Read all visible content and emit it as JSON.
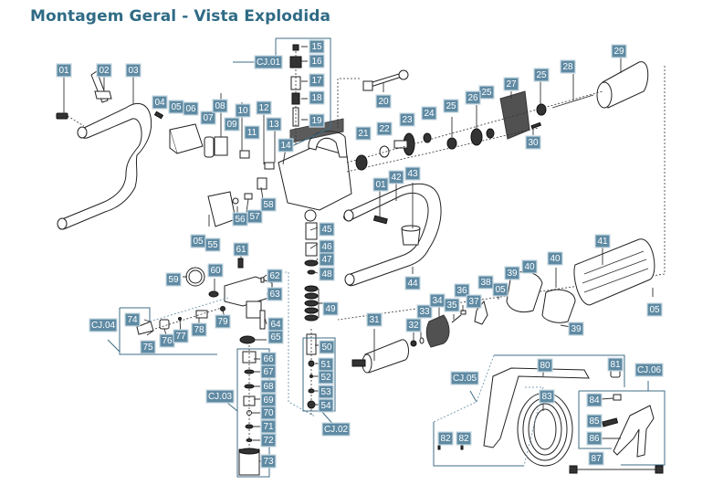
{
  "title": "Montagem Geral - Vista Explodida",
  "label_color": "#5f8aa3",
  "title_color": "#2f6b85",
  "parts": [
    {
      "id": "01",
      "name": "part-01"
    },
    {
      "id": "02",
      "name": "part-02"
    },
    {
      "id": "03",
      "name": "part-03"
    },
    {
      "id": "04",
      "name": "part-04"
    },
    {
      "id": "05",
      "name": "part-05"
    },
    {
      "id": "06",
      "name": "part-06"
    },
    {
      "id": "07",
      "name": "part-07"
    },
    {
      "id": "08",
      "name": "part-08"
    },
    {
      "id": "09",
      "name": "part-09"
    },
    {
      "id": "10",
      "name": "part-10"
    },
    {
      "id": "11",
      "name": "part-11"
    },
    {
      "id": "12",
      "name": "part-12"
    },
    {
      "id": "13",
      "name": "part-13"
    },
    {
      "id": "14",
      "name": "part-14"
    },
    {
      "id": "15",
      "name": "part-15"
    },
    {
      "id": "16",
      "name": "part-16"
    },
    {
      "id": "17",
      "name": "part-17"
    },
    {
      "id": "18",
      "name": "part-18"
    },
    {
      "id": "19",
      "name": "part-19"
    },
    {
      "id": "20",
      "name": "part-20"
    },
    {
      "id": "21",
      "name": "part-21"
    },
    {
      "id": "22",
      "name": "part-22"
    },
    {
      "id": "23",
      "name": "part-23"
    },
    {
      "id": "24",
      "name": "part-24"
    },
    {
      "id": "25",
      "name": "part-25"
    },
    {
      "id": "26",
      "name": "part-26"
    },
    {
      "id": "27",
      "name": "part-27"
    },
    {
      "id": "28",
      "name": "part-28"
    },
    {
      "id": "29",
      "name": "part-29"
    },
    {
      "id": "30",
      "name": "part-30"
    },
    {
      "id": "31",
      "name": "part-31"
    },
    {
      "id": "32",
      "name": "part-32"
    },
    {
      "id": "33",
      "name": "part-33"
    },
    {
      "id": "34",
      "name": "part-34"
    },
    {
      "id": "35",
      "name": "part-35"
    },
    {
      "id": "36",
      "name": "part-36"
    },
    {
      "id": "37",
      "name": "part-37"
    },
    {
      "id": "38",
      "name": "part-38"
    },
    {
      "id": "39",
      "name": "part-39"
    },
    {
      "id": "40",
      "name": "part-40"
    },
    {
      "id": "41",
      "name": "part-41"
    },
    {
      "id": "42",
      "name": "part-42"
    },
    {
      "id": "43",
      "name": "part-43"
    },
    {
      "id": "44",
      "name": "part-44"
    },
    {
      "id": "45",
      "name": "part-45"
    },
    {
      "id": "46",
      "name": "part-46"
    },
    {
      "id": "47",
      "name": "part-47"
    },
    {
      "id": "48",
      "name": "part-48"
    },
    {
      "id": "49",
      "name": "part-49"
    },
    {
      "id": "50",
      "name": "part-50"
    },
    {
      "id": "51",
      "name": "part-51"
    },
    {
      "id": "52",
      "name": "part-52"
    },
    {
      "id": "53",
      "name": "part-53"
    },
    {
      "id": "54",
      "name": "part-54"
    },
    {
      "id": "55",
      "name": "part-55"
    },
    {
      "id": "56",
      "name": "part-56"
    },
    {
      "id": "57",
      "name": "part-57"
    },
    {
      "id": "58",
      "name": "part-58"
    },
    {
      "id": "59",
      "name": "part-59"
    },
    {
      "id": "60",
      "name": "part-60"
    },
    {
      "id": "61",
      "name": "part-61"
    },
    {
      "id": "62",
      "name": "part-62"
    },
    {
      "id": "63",
      "name": "part-63"
    },
    {
      "id": "64",
      "name": "part-64"
    },
    {
      "id": "65",
      "name": "part-65"
    },
    {
      "id": "66",
      "name": "part-66"
    },
    {
      "id": "67",
      "name": "part-67"
    },
    {
      "id": "68",
      "name": "part-68"
    },
    {
      "id": "69",
      "name": "part-69"
    },
    {
      "id": "70",
      "name": "part-70"
    },
    {
      "id": "71",
      "name": "part-71"
    },
    {
      "id": "72",
      "name": "part-72"
    },
    {
      "id": "73",
      "name": "part-73"
    },
    {
      "id": "74",
      "name": "part-74"
    },
    {
      "id": "75",
      "name": "part-75"
    },
    {
      "id": "76",
      "name": "part-76"
    },
    {
      "id": "77",
      "name": "part-77"
    },
    {
      "id": "78",
      "name": "part-78"
    },
    {
      "id": "79",
      "name": "part-79"
    },
    {
      "id": "80",
      "name": "part-80"
    },
    {
      "id": "81",
      "name": "part-81"
    },
    {
      "id": "82",
      "name": "part-82"
    },
    {
      "id": "83",
      "name": "part-83"
    },
    {
      "id": "84",
      "name": "part-84"
    },
    {
      "id": "85",
      "name": "part-85"
    },
    {
      "id": "86",
      "name": "part-86"
    },
    {
      "id": "87",
      "name": "part-87"
    }
  ],
  "assemblies": [
    "CJ.01",
    "CJ.02",
    "CJ.03",
    "CJ.04",
    "CJ.05",
    "CJ.06"
  ]
}
